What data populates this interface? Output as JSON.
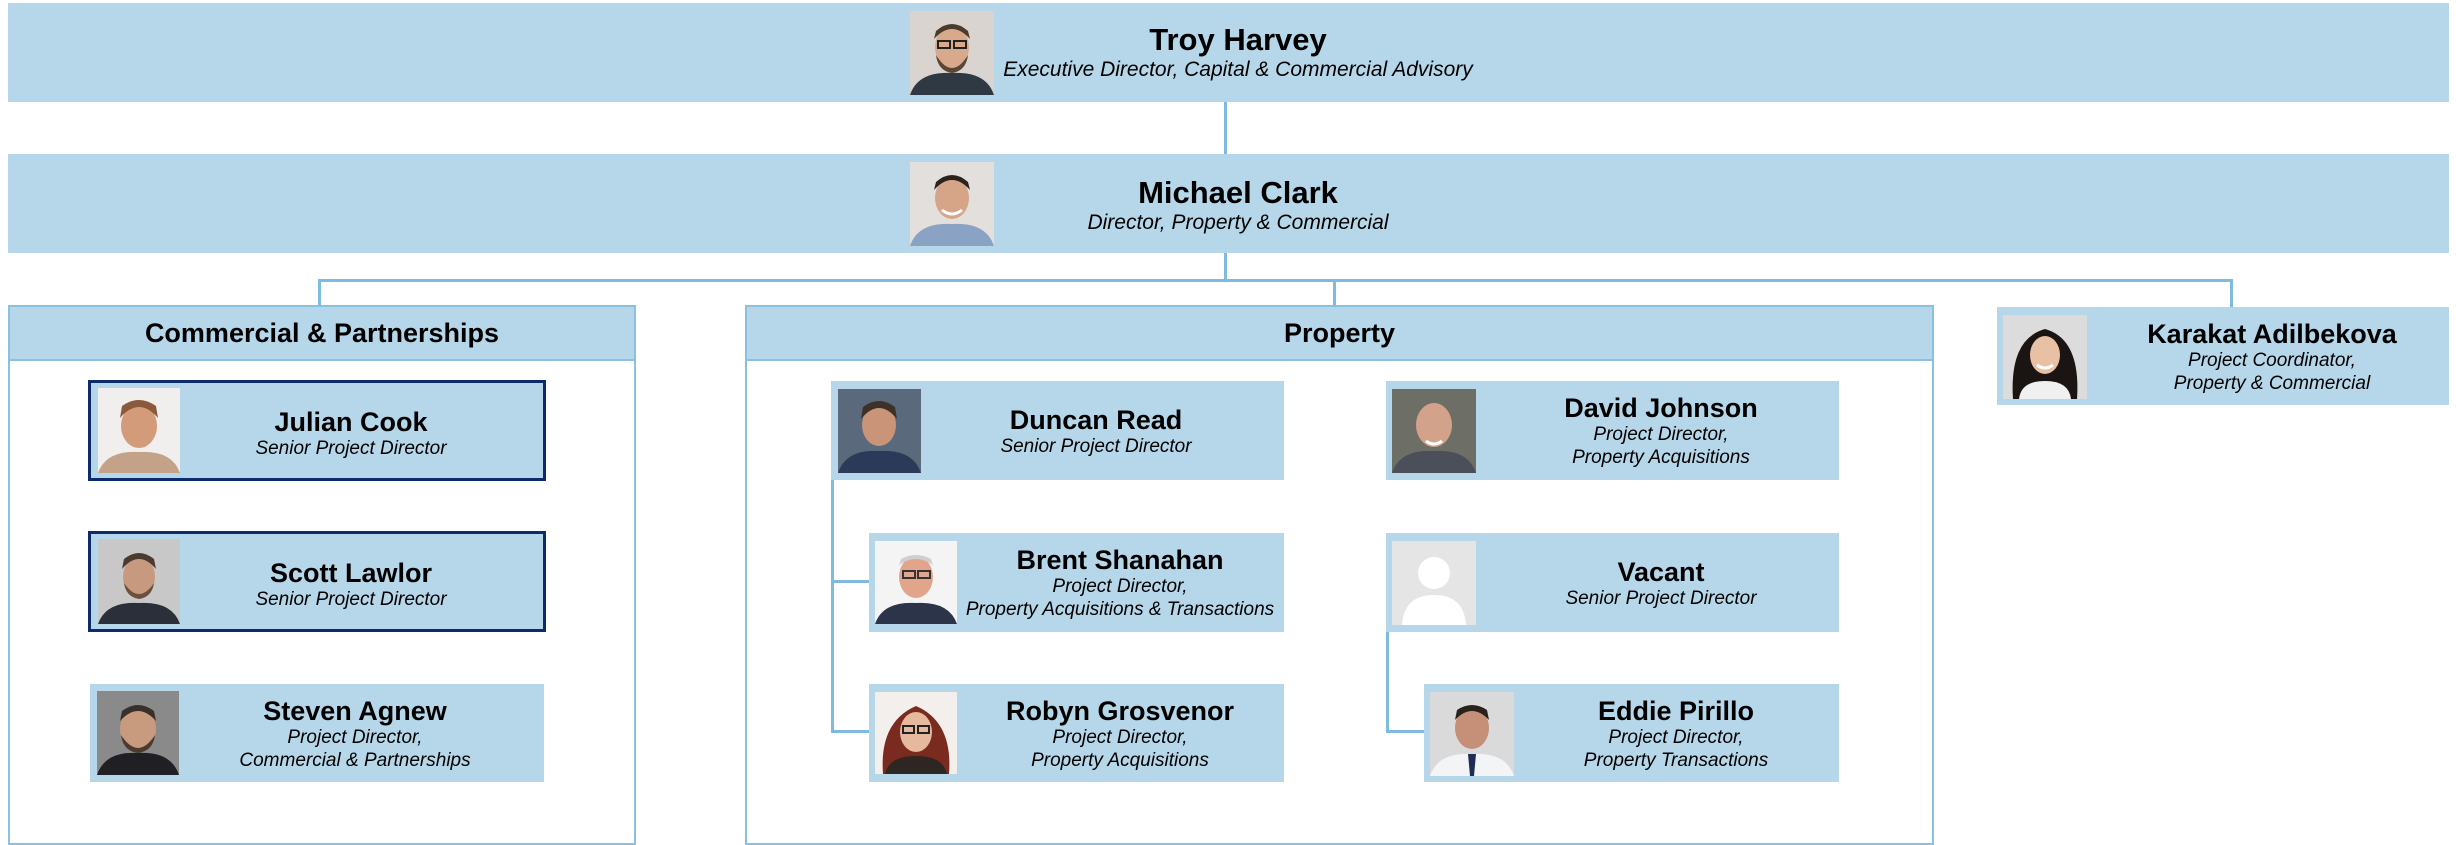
{
  "top": {
    "name": "Troy Harvey",
    "title": "Executive Director, Capital & Commercial Advisory"
  },
  "second": {
    "name": "Michael Clark",
    "title": "Director, Property & Commercial"
  },
  "groups": {
    "commercial": {
      "heading": "Commercial & Partnerships",
      "members": [
        {
          "name": "Julian Cook",
          "title1": "Senior Project Director",
          "title2": ""
        },
        {
          "name": "Scott Lawlor",
          "title1": "Senior Project Director",
          "title2": ""
        },
        {
          "name": "Steven Agnew",
          "title1": "Project Director,",
          "title2": "Commercial & Partnerships"
        }
      ]
    },
    "property": {
      "heading": "Property",
      "members": [
        {
          "name": "Duncan Read",
          "title1": "Senior Project Director",
          "title2": ""
        },
        {
          "name": "Brent Shanahan",
          "title1": "Project Director,",
          "title2": "Property Acquisitions & Transactions"
        },
        {
          "name": "Robyn Grosvenor",
          "title1": "Project Director,",
          "title2": "Property Acquisitions"
        },
        {
          "name": "David Johnson",
          "title1": "Project Director,",
          "title2": "Property Acquisitions"
        },
        {
          "name": "Vacant",
          "title1": "Senior Project Director",
          "title2": ""
        },
        {
          "name": "Eddie Pirillo",
          "title1": "Project Director,",
          "title2": "Property Transactions"
        }
      ]
    }
  },
  "coordinator": {
    "name": "Karakat Adilbekova",
    "title1": "Project Coordinator,",
    "title2": "Property & Commercial"
  },
  "colors": {
    "box_fill": "#b6d7e9",
    "connector": "#7fbbe0",
    "selected_border": "#0d2b6b"
  }
}
